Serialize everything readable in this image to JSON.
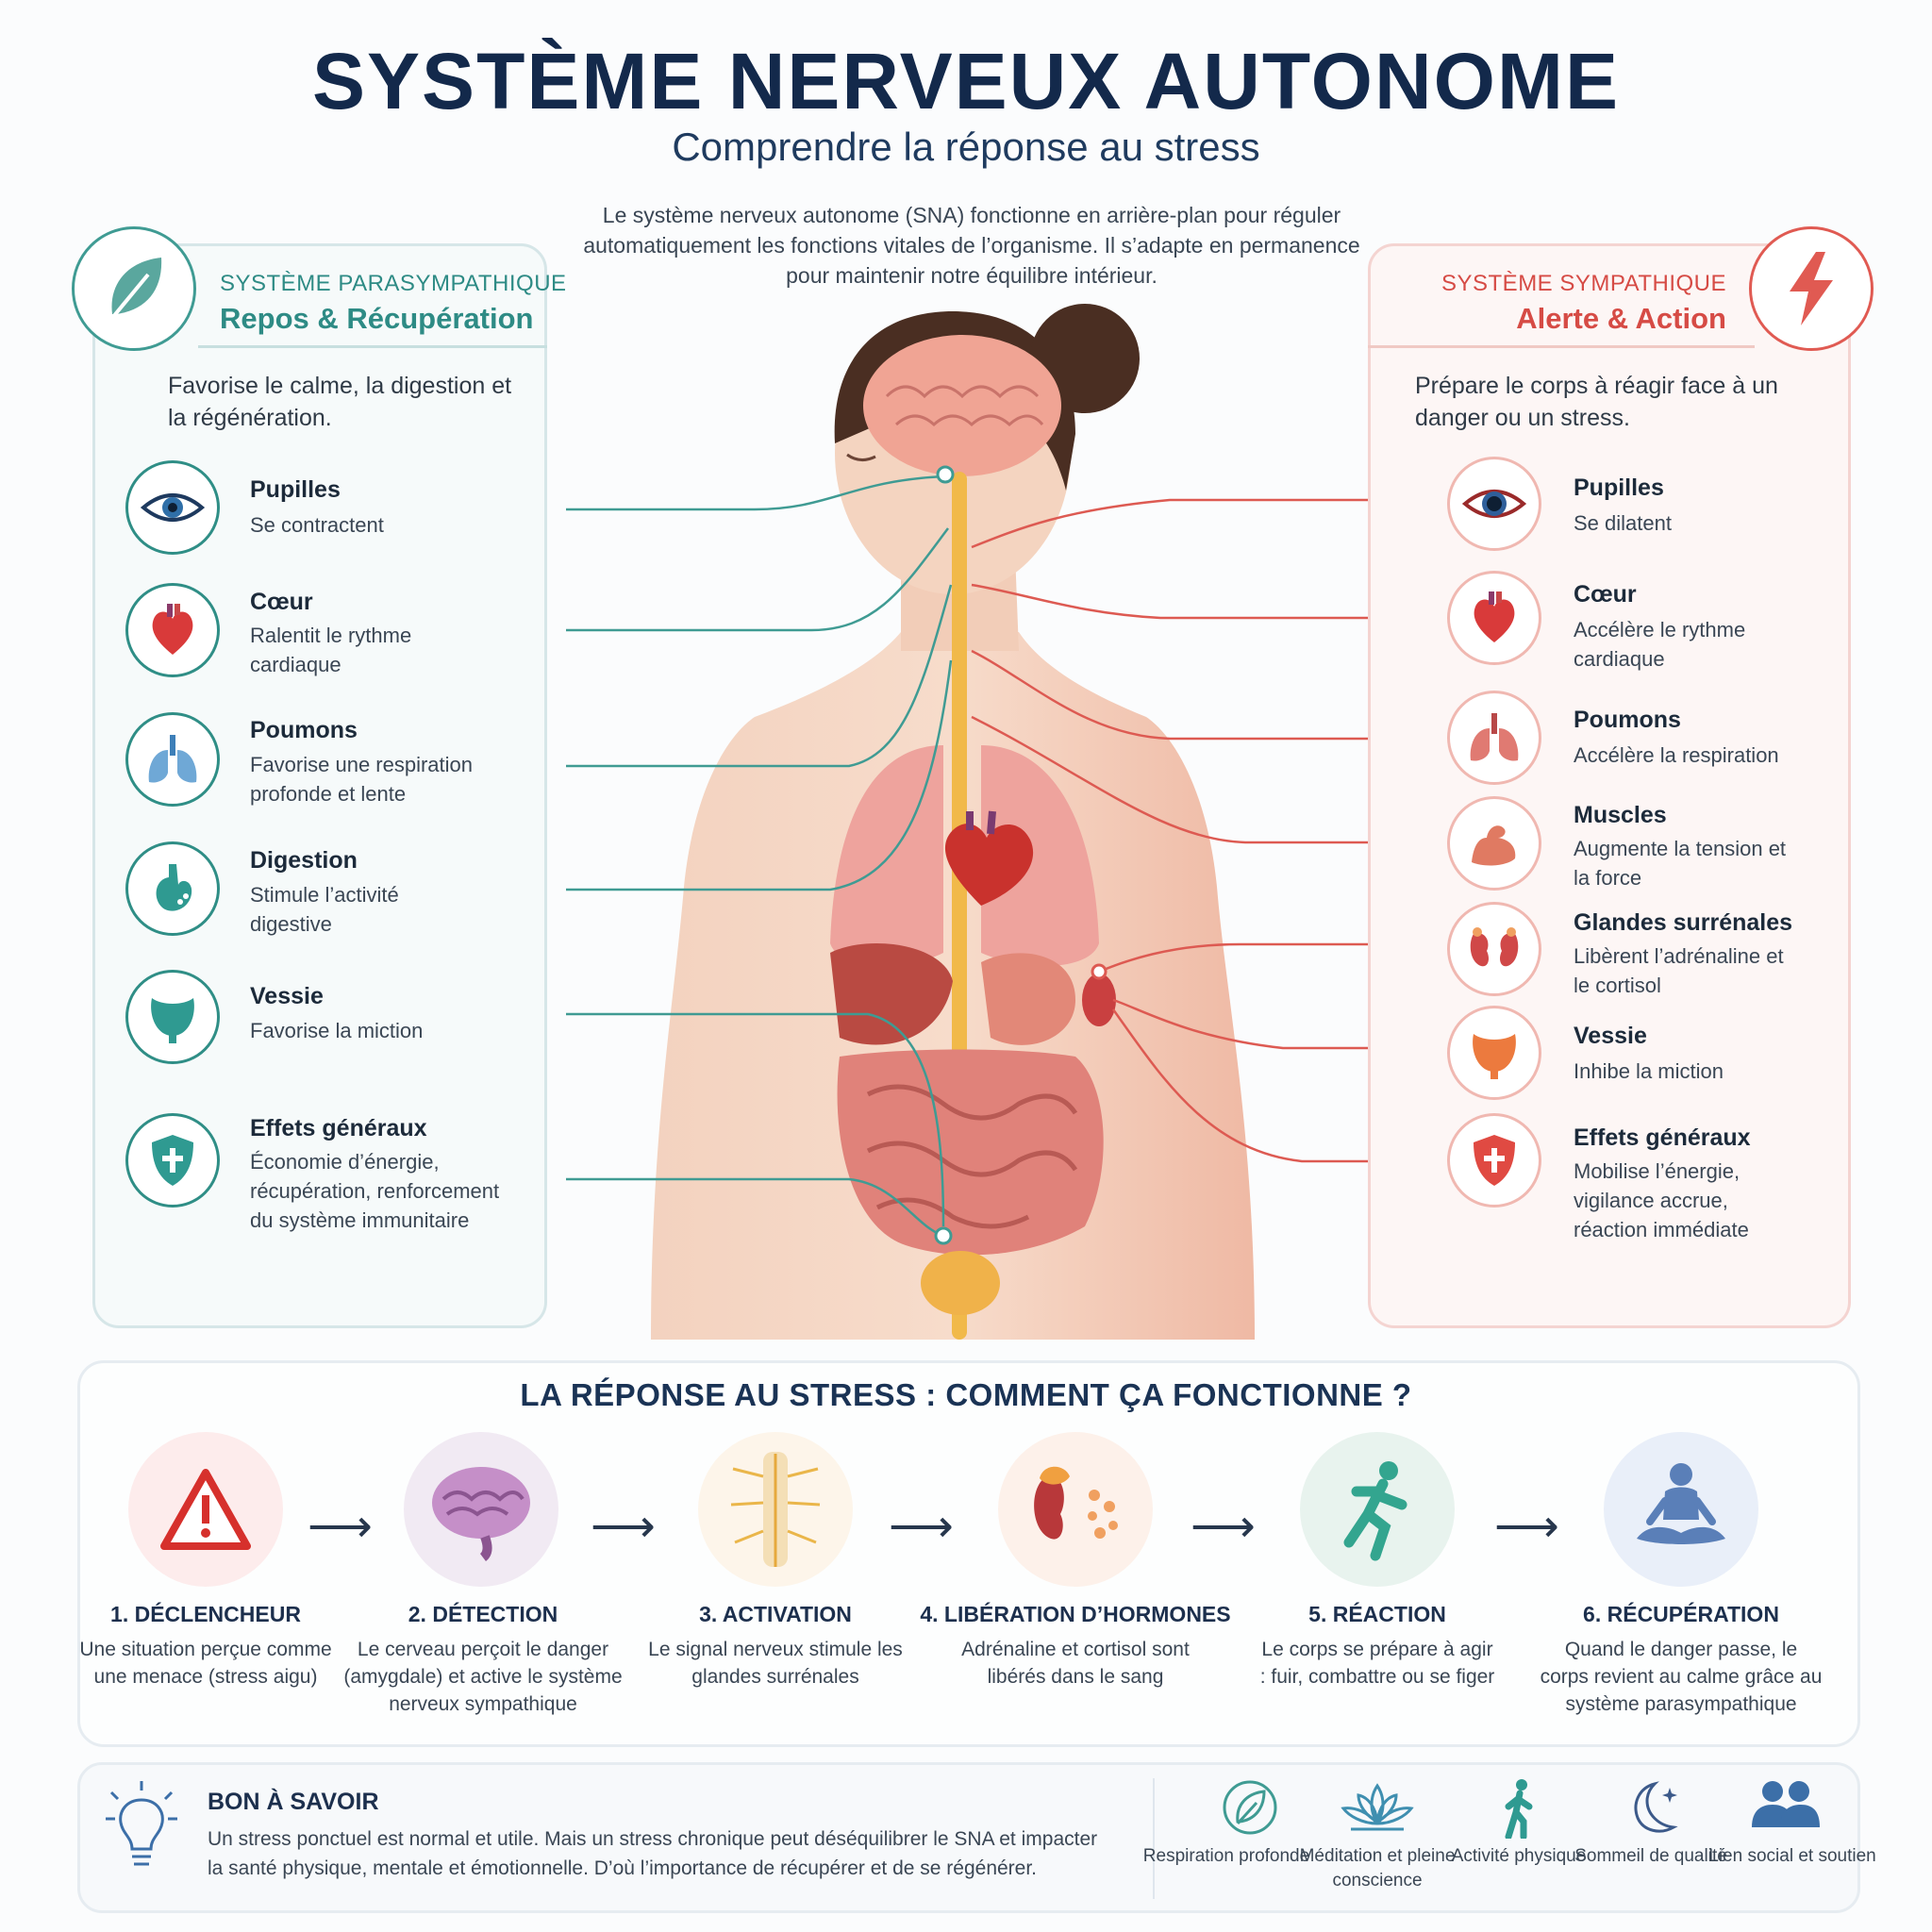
{
  "header": {
    "title": "SYSTÈME NERVEUX AUTONOME",
    "subtitle": "Comprendre la réponse au stress",
    "intro": "Le système nerveux autonome (SNA) fonctionne en arrière-plan pour réguler automatiquement les fonctions vitales de l’organisme. Il s’adapte en permanence pour maintenir notre équilibre intérieur."
  },
  "parasympathetic": {
    "label": "SYSTÈME PARASYMPATHIQUE",
    "subtitle": "Repos & Récupération",
    "description": "Favorise le calme, la digestion et la régénération.",
    "color": "#2e8b85",
    "items": [
      {
        "name": "Pupilles",
        "text": "Se contractent",
        "icon": "eye-icon"
      },
      {
        "name": "Cœur",
        "text": "Ralentit le rythme cardiaque",
        "icon": "heart-icon"
      },
      {
        "name": "Poumons",
        "text": "Favorise une respiration profonde et lente",
        "icon": "lungs-icon"
      },
      {
        "name": "Digestion",
        "text": "Stimule l’activité digestive",
        "icon": "stomach-icon"
      },
      {
        "name": "Vessie",
        "text": "Favorise la miction",
        "icon": "bladder-icon"
      },
      {
        "name": "Effets généraux",
        "text": "Économie d’énergie, récupération, renforcement du système immunitaire",
        "icon": "shield-icon"
      }
    ]
  },
  "sympathetic": {
    "label": "SYSTÈME SYMPATHIQUE",
    "subtitle": "Alerte & Action",
    "description": "Prépare le corps à réagir face à un danger ou un stress.",
    "color": "#d64b45",
    "items": [
      {
        "name": "Pupilles",
        "text": "Se dilatent",
        "icon": "eye-icon"
      },
      {
        "name": "Cœur",
        "text": "Accélère le rythme cardiaque",
        "icon": "heart-icon"
      },
      {
        "name": "Poumons",
        "text": "Accélère la respiration",
        "icon": "lungs-icon"
      },
      {
        "name": "Muscles",
        "text": "Augmente la tension et la force",
        "icon": "muscle-icon"
      },
      {
        "name": "Glandes surrénales",
        "text": "Libèrent l’adrénaline et le cortisol",
        "icon": "kidneys-icon"
      },
      {
        "name": "Vessie",
        "text": "Inhibe la miction",
        "icon": "bladder-icon"
      },
      {
        "name": "Effets généraux",
        "text": "Mobilise l’énergie, vigilance accrue, réaction immédiate",
        "icon": "shield-icon"
      }
    ]
  },
  "stress": {
    "title": "LA RÉPONSE AU STRESS : COMMENT ÇA FONCTIONNE ?",
    "steps": [
      {
        "title": "1. DÉCLENCHEUR",
        "text": "Une situation perçue comme une menace (stress aigu)",
        "icon": "warning-icon"
      },
      {
        "title": "2. DÉTECTION",
        "text": "Le cerveau perçoit le danger (amygdale) et active le système nerveux sympathique",
        "icon": "brain-icon"
      },
      {
        "title": "3. ACTIVATION",
        "text": "Le signal nerveux stimule les glandes surrénales",
        "icon": "spinal-cord-icon"
      },
      {
        "title": "4. LIBÉRATION D’HORMONES",
        "text": "Adrénaline et cortisol sont libérés dans le sang",
        "icon": "adrenal-gland-icon"
      },
      {
        "title": "5. RÉACTION",
        "text": "Le corps se prépare à agir : fuir, combattre ou se figer",
        "icon": "running-person-icon"
      },
      {
        "title": "6. RÉCUPÉRATION",
        "text": "Quand le danger passe, le corps revient au calme grâce au système parasympathique",
        "icon": "meditation-icon"
      }
    ]
  },
  "tip": {
    "title": "BON À SAVOIR",
    "text": "Un stress ponctuel est normal et utile.  Mais un stress chronique peut déséquilibrer le SNA et impacter la santé physique, mentale et émotionnelle. D’où l’importance de récupérer et de se régénérer.",
    "icon": "lightbulb-icon",
    "habits": [
      {
        "label": "Respiration profonde",
        "icon": "leaf-icon"
      },
      {
        "label": "Méditation et pleine conscience",
        "icon": "lotus-icon"
      },
      {
        "label": "Activité physique",
        "icon": "walking-icon"
      },
      {
        "label": "Sommeil de qualité",
        "icon": "moon-icon"
      },
      {
        "label": "Lien social et soutien",
        "icon": "people-icon"
      }
    ]
  }
}
